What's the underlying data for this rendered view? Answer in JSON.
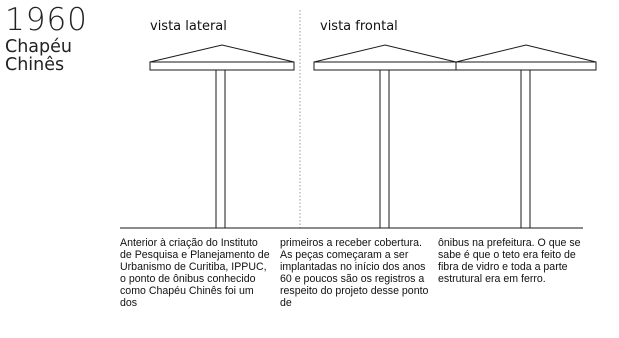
{
  "title": {
    "year": "1960",
    "name_line1": "Chapéu",
    "name_line2": "Chinês"
  },
  "labels": {
    "lateral": "vista lateral",
    "frontal": "vista frontal"
  },
  "text": {
    "col1": "Anterior à criação do Instituto de Pesquisa e Planejamento de Urbanismo de Curitiba, IPPUC, o ponto de ônibus conhecido como Chapéu Chinês foi um dos",
    "col2": "primeiros a receber cobertura. As peças começaram a ser implantadas no início dos anos 60 e poucos são os registros a respeito do projeto desse ponto de",
    "col3": "ônibus na prefeitura. O que se sabe é que o teto era feito de fibra de vidro e toda a parte estrutural era em ferro."
  },
  "colors": {
    "line": "#1a1a1a",
    "divider": "#9a9a9a"
  }
}
